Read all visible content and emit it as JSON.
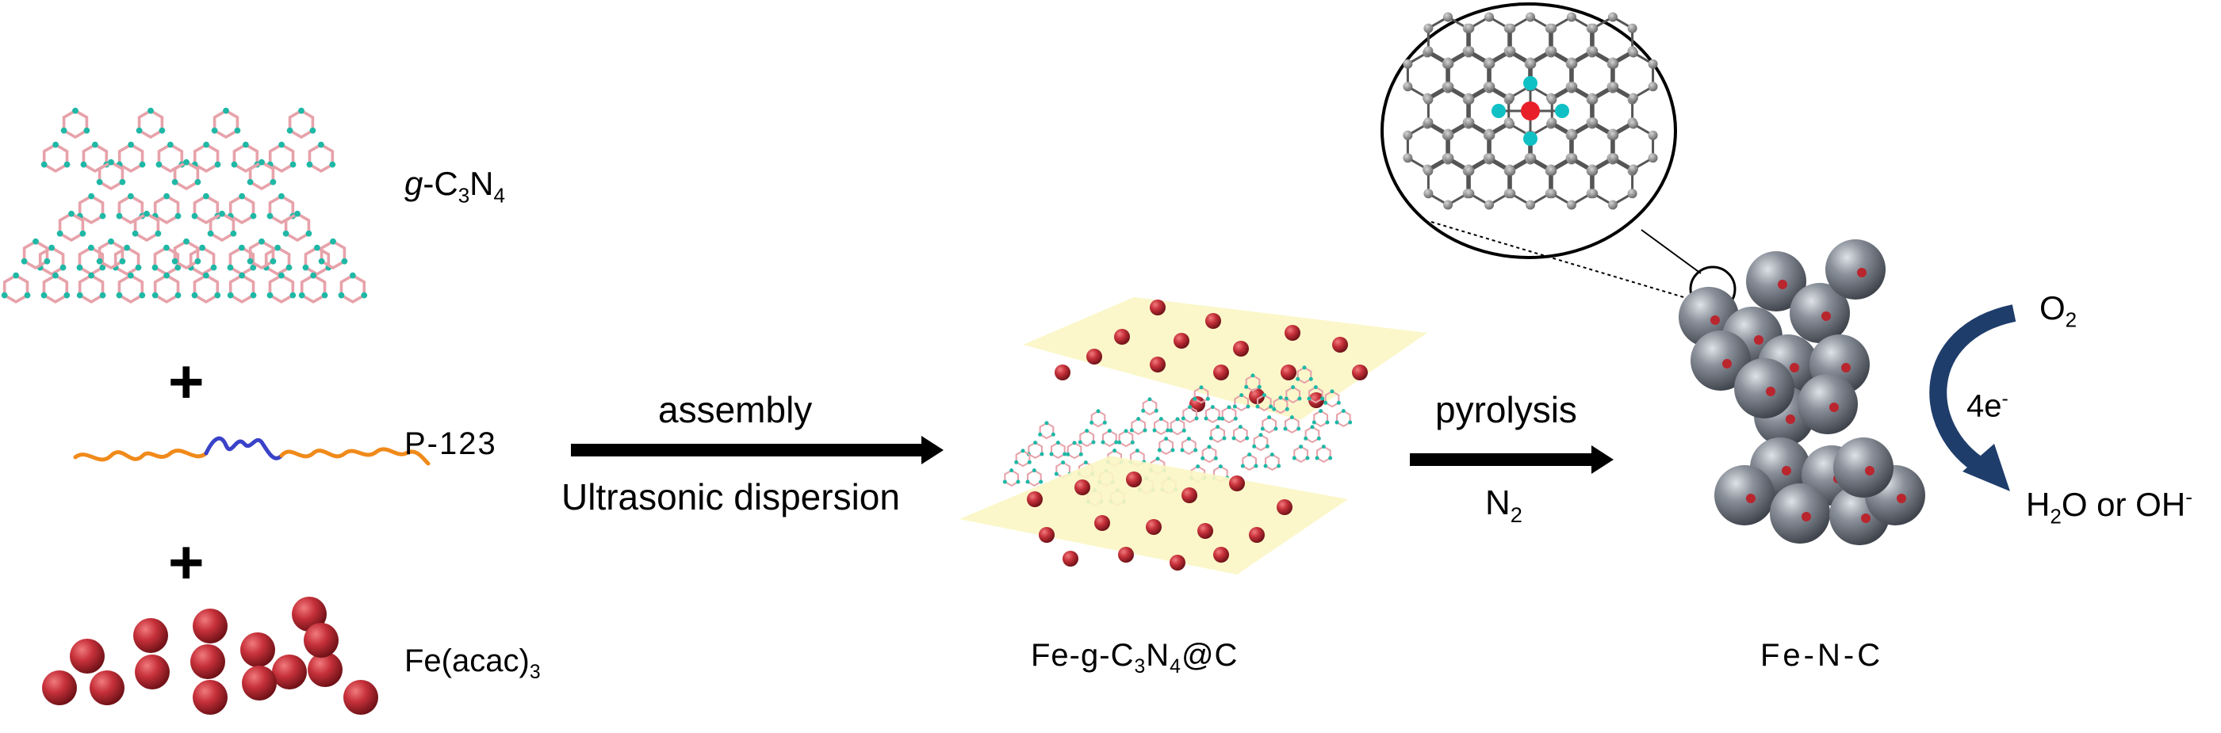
{
  "labels": {
    "gc3n4": {
      "prefix": "g",
      "main": "-C",
      "sub1": "3",
      "mid": "N",
      "sub2": "4"
    },
    "p123": "P-123",
    "feacac": {
      "main": "Fe(acac)",
      "sub": "3"
    },
    "plus": "+",
    "assembly": "assembly",
    "ultrasonic": "Ultrasonic dispersion",
    "fegc3n4c": {
      "a": "Fe-g-C",
      "s1": "3",
      "b": "N",
      "s2": "4",
      "c": "@C"
    },
    "pyrolysis": "pyrolysis",
    "n2": {
      "main": "N",
      "sub": "2"
    },
    "fenc": "Fe-N-C",
    "o2": {
      "main": "O",
      "sub": "2"
    },
    "electrons": {
      "main": "4e",
      "sup": "-"
    },
    "product": {
      "a": "H",
      "s": "2",
      "b": "O or OH",
      "sup": "-"
    }
  },
  "colors": {
    "carbon_bond": "#e7a2aa",
    "nitrogen_atom": "#1fb8a6",
    "iron_sphere": "#b9262e",
    "carbon_sphere": "#727883",
    "sheet": "#fbf6c4",
    "polymer_orange": "#f08a1a",
    "polymer_blue": "#3a42c8",
    "arrow": "#000000",
    "curved_arrow": "#1e3d6b",
    "zoom_atom_c": "#8a8a8a",
    "zoom_atom_fe": "#e8202a",
    "zoom_atom_n": "#0fc1c4"
  }
}
